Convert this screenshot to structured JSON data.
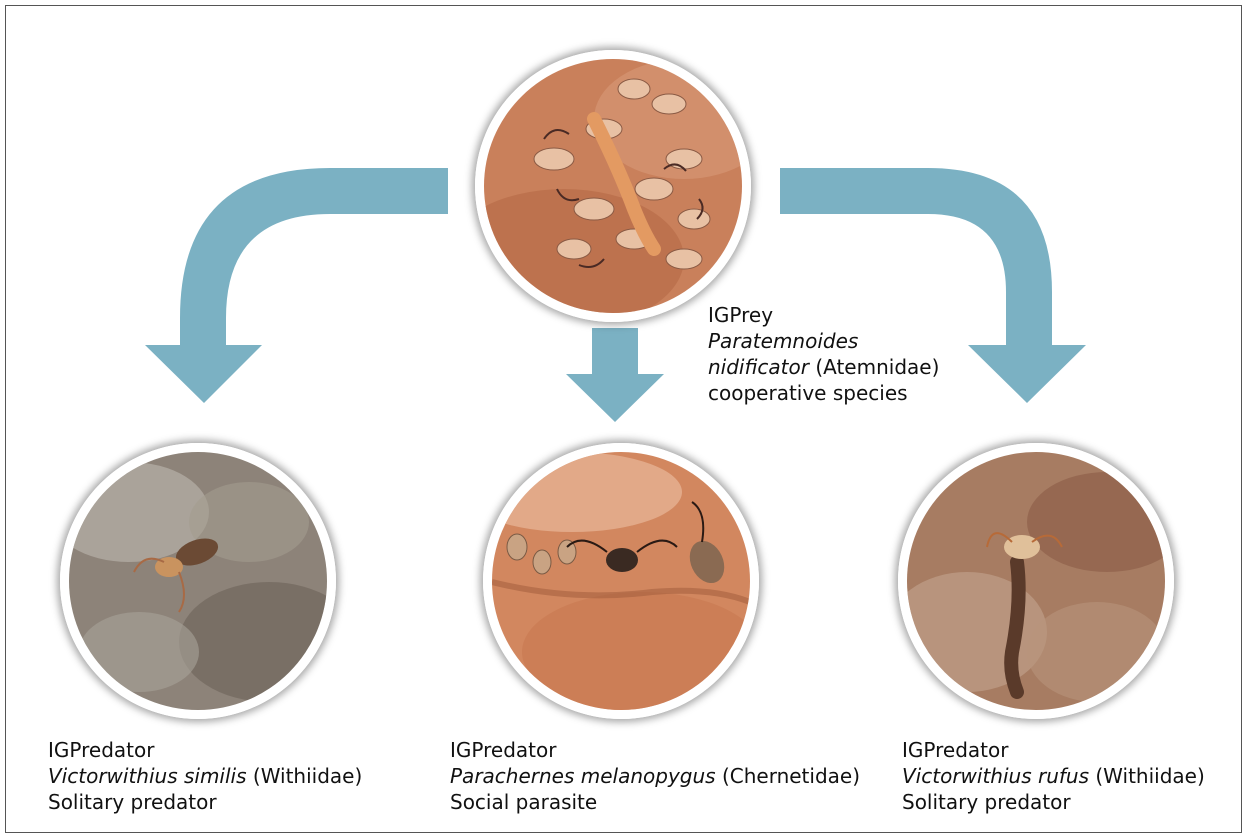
{
  "colors": {
    "arrow": "#7bb1c3",
    "frame": "#555555",
    "photo_ring": "#ffffff"
  },
  "prey": {
    "role": "IGPrey",
    "species_italic_1": "Paratemnoides",
    "species_italic_2": "nidificator",
    "family": "(Atemnidae)",
    "behavior": "cooperative species"
  },
  "predators": [
    {
      "role": "IGPredator",
      "species_italic": "Victorwithius similis",
      "family": "(Withiidae)",
      "behavior": "Solitary predator"
    },
    {
      "role": "IGPredator",
      "species_italic": "Parachernes melanopygus",
      "family": "(Chernetidae)",
      "behavior": "Social parasite"
    },
    {
      "role": "IGPredator",
      "species_italic": "Victorwithius rufus",
      "family": "(Withiidae)",
      "behavior": "Solitary predator"
    }
  ]
}
